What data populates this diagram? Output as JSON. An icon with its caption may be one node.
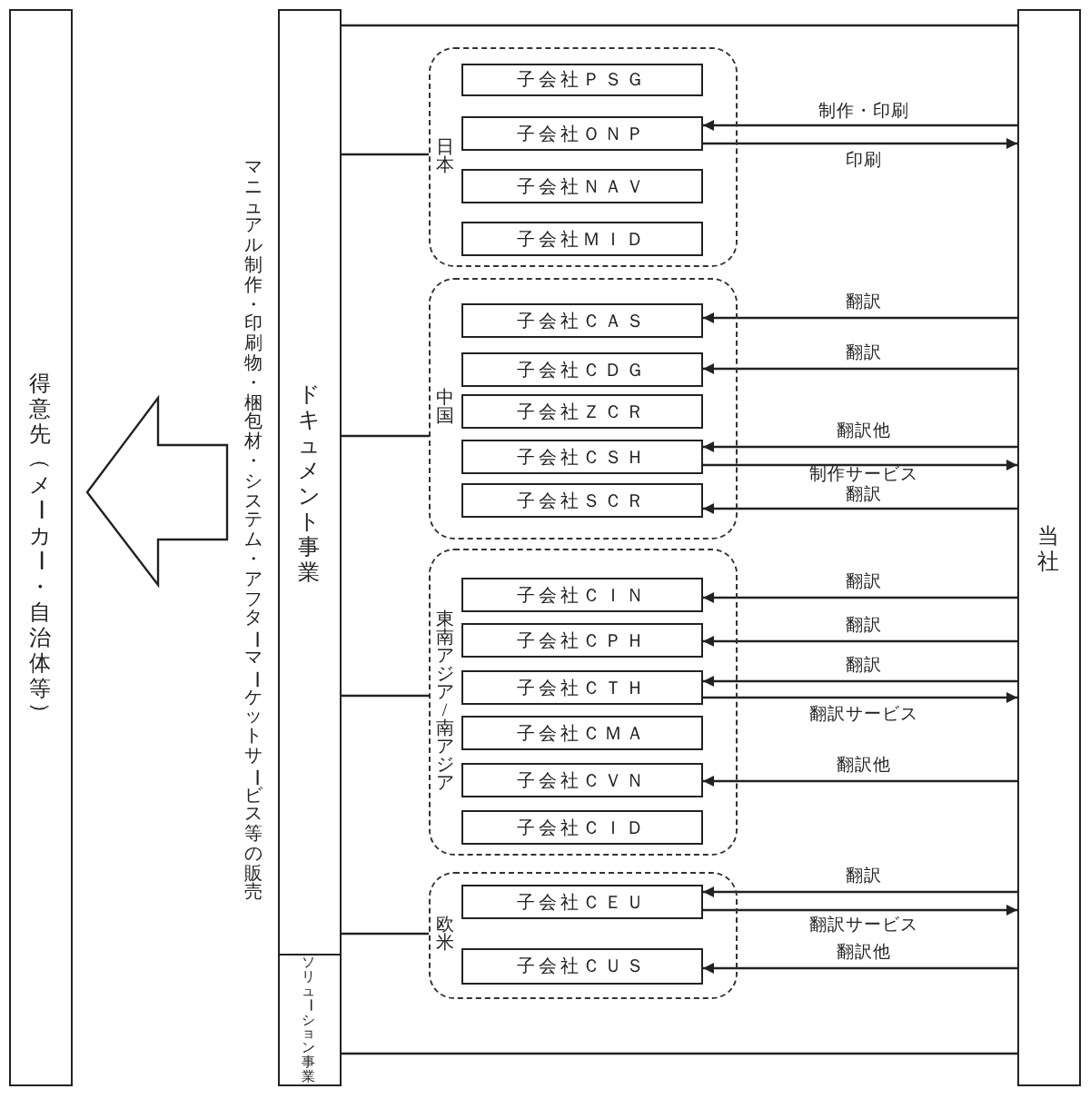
{
  "diagram": {
    "nodes": [
      {
        "text": [
          "得意先（メーカー・自治体等）"
        ]
      },
      {
        "text": [
          "ドキュメント事業"
        ]
      },
      {
        "text": [
          "ソリューション事業"
        ]
      },
      {
        "text": [
          "当社"
        ]
      },
      {
        "text": [
          "日本"
        ]
      },
      {
        "text": [
          "子会社ＰＳＧ"
        ],
        "in": 4
      },
      {
        "text": [
          "子会社ＯＮＰ"
        ],
        "in": 4
      },
      {
        "text": [
          "子会社ＮＡＶ"
        ],
        "in": 4
      },
      {
        "text": [
          "子会社ＭＩＤ"
        ],
        "in": 4
      },
      {
        "text": [
          "中国"
        ]
      },
      {
        "text": [
          "子会社ＣＡＳ"
        ],
        "in": 9
      },
      {
        "text": [
          "子会社ＣＤＧ"
        ],
        "in": 9
      },
      {
        "text": [
          "子会社ＺＣＲ"
        ],
        "in": 9
      },
      {
        "text": [
          "子会社ＣＳＨ"
        ],
        "in": 9
      },
      {
        "text": [
          "子会社ＳＣＲ"
        ],
        "in": 9
      },
      {
        "text": [
          "東南アジア/南アジア"
        ]
      },
      {
        "text": [
          "子会社ＣＩＮ"
        ],
        "in": 15
      },
      {
        "text": [
          "子会社ＣＰＨ"
        ],
        "in": 15
      },
      {
        "text": [
          "子会社ＣＴＨ"
        ],
        "in": 15
      },
      {
        "text": [
          "子会社ＣＭＡ"
        ],
        "in": 15
      },
      {
        "text": [
          "子会社ＣＶＮ"
        ],
        "in": 15
      },
      {
        "text": [
          "子会社ＣＩＤ"
        ],
        "in": 15
      },
      {
        "text": [
          "欧米"
        ]
      },
      {
        "text": [
          "子会社ＣＥＵ"
        ],
        "in": 22
      },
      {
        "text": [
          "子会社ＣＵＳ"
        ],
        "in": 22
      }
    ],
    "edges": [
      {
        "from": 1,
        "to": 0,
        "arrow": "to",
        "label": "マニュアル制作・印刷物・梱包材・システム・アフターマーケットサービス等の販売"
      },
      {
        "from": 1,
        "to": 4,
        "arrow": "none"
      },
      {
        "from": 1,
        "to": 9,
        "arrow": "none"
      },
      {
        "from": 1,
        "to": 15,
        "arrow": "none"
      },
      {
        "from": 1,
        "to": 22,
        "arrow": "none"
      },
      {
        "from": 1,
        "to": 3,
        "arrow": "none"
      },
      {
        "from": 2,
        "to": 3,
        "arrow": "none"
      },
      {
        "from": 3,
        "to": 6,
        "arrow": "to",
        "label": "制作・印刷"
      },
      {
        "from": 6,
        "to": 3,
        "arrow": "to",
        "label": "印刷"
      },
      {
        "from": 3,
        "to": 10,
        "arrow": "to",
        "label": "翻訳"
      },
      {
        "from": 3,
        "to": 11,
        "arrow": "to",
        "label": "翻訳"
      },
      {
        "from": 3,
        "to": 13,
        "arrow": "to",
        "label": "翻訳他"
      },
      {
        "from": 13,
        "to": 3,
        "arrow": "to",
        "label": "制作サービス"
      },
      {
        "from": 3,
        "to": 14,
        "arrow": "to",
        "label": "翻訳"
      },
      {
        "from": 3,
        "to": 16,
        "arrow": "to",
        "label": "翻訳"
      },
      {
        "from": 3,
        "to": 17,
        "arrow": "to",
        "label": "翻訳"
      },
      {
        "from": 3,
        "to": 18,
        "arrow": "to",
        "label": "翻訳"
      },
      {
        "from": 18,
        "to": 3,
        "arrow": "to",
        "label": "翻訳サービス"
      },
      {
        "from": 3,
        "to": 20,
        "arrow": "to",
        "label": "翻訳他"
      },
      {
        "from": 3,
        "to": 23,
        "arrow": "to",
        "label": "翻訳"
      },
      {
        "from": 23,
        "to": 3,
        "arrow": "to",
        "label": "翻訳サービス"
      },
      {
        "from": 3,
        "to": 24,
        "arrow": "to",
        "label": "翻訳他"
      }
    ]
  }
}
